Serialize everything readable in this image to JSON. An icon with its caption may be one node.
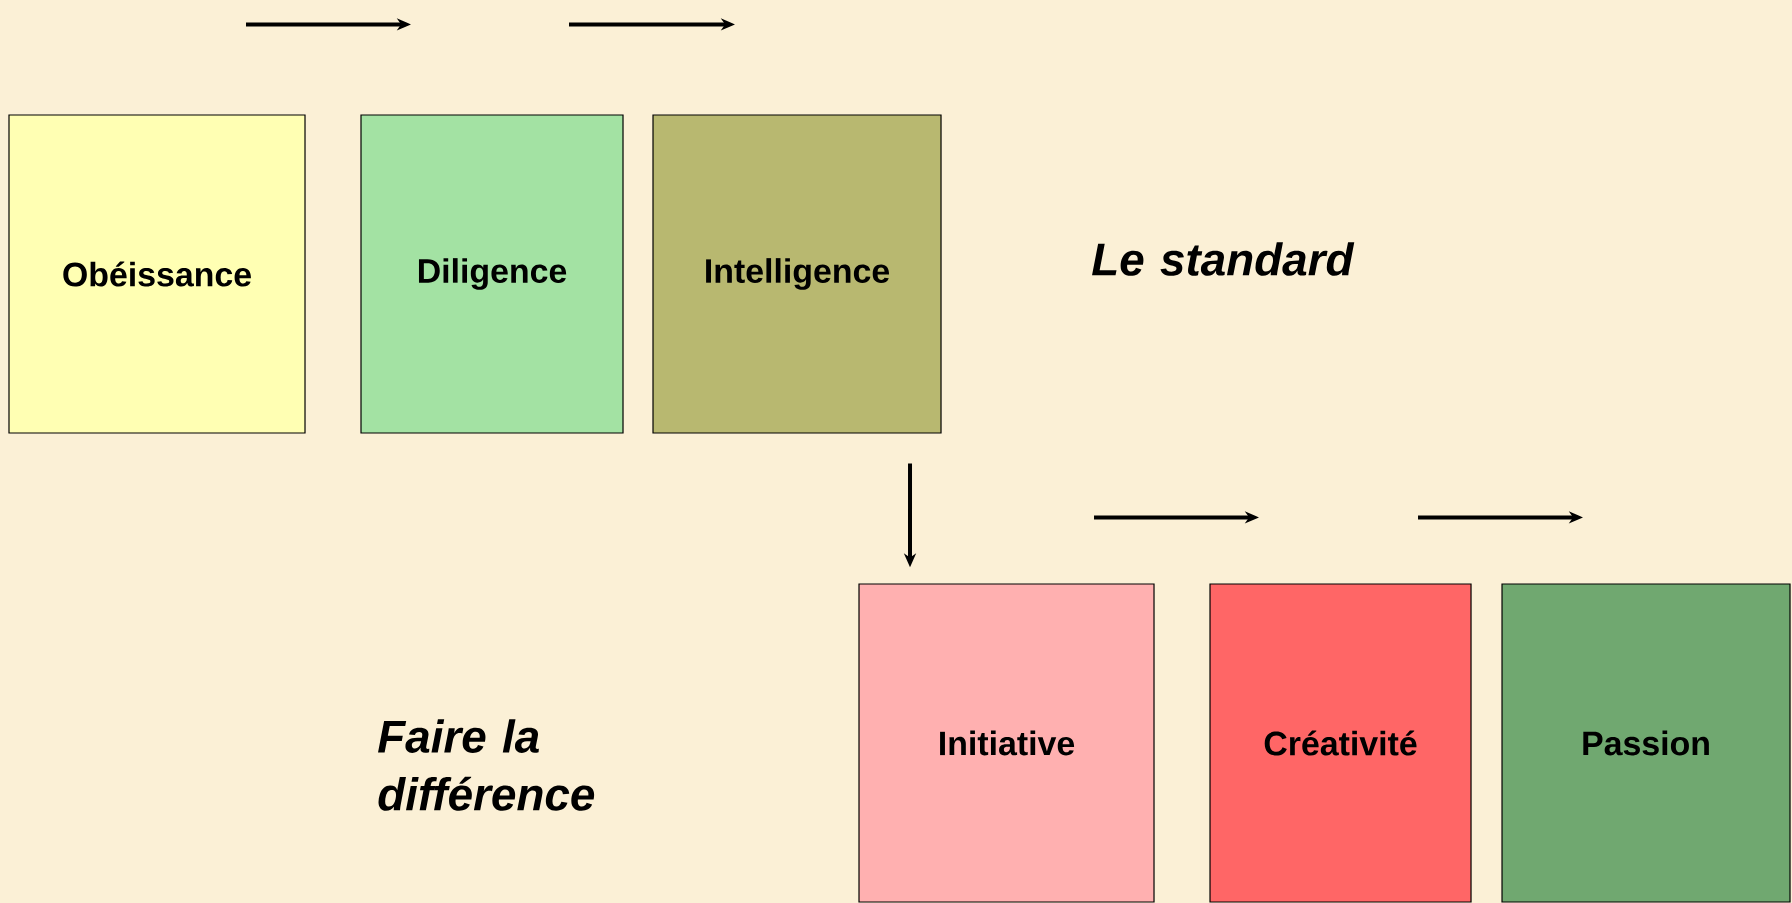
{
  "diagram": {
    "nodes": [
      {
        "text": [
          "Obéissance"
        ]
      },
      {
        "text": [
          "Diligence"
        ]
      },
      {
        "text": [
          "Intelligence"
        ]
      },
      {
        "text": [
          "Initiative"
        ]
      },
      {
        "text": [
          "Créativité"
        ]
      },
      {
        "text": [
          "Passion"
        ]
      }
    ],
    "edges": [
      {
        "from": 0,
        "to": 1,
        "arrow": "to"
      },
      {
        "from": 1,
        "to": 2,
        "arrow": "to"
      },
      {
        "from": 2,
        "to": 3,
        "arrow": "to"
      },
      {
        "from": 3,
        "to": 4,
        "arrow": "to"
      },
      {
        "from": 4,
        "to": 5,
        "arrow": "to"
      }
    ],
    "labels": [
      "Le standard",
      "Faire la différence"
    ]
  }
}
